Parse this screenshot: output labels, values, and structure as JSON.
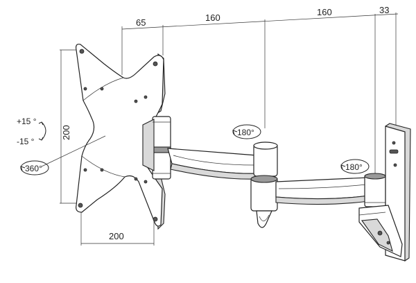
{
  "dimensions": {
    "top_1": "65",
    "top_2": "160",
    "top_3": "160",
    "top_4": "33",
    "vertical": "200",
    "bottom": "200"
  },
  "angles": {
    "tilt_up": "+15 °",
    "tilt_down": "-15 °",
    "rotation": "360°",
    "swivel_arm": "180°",
    "swivel_wall": "180°"
  }
}
